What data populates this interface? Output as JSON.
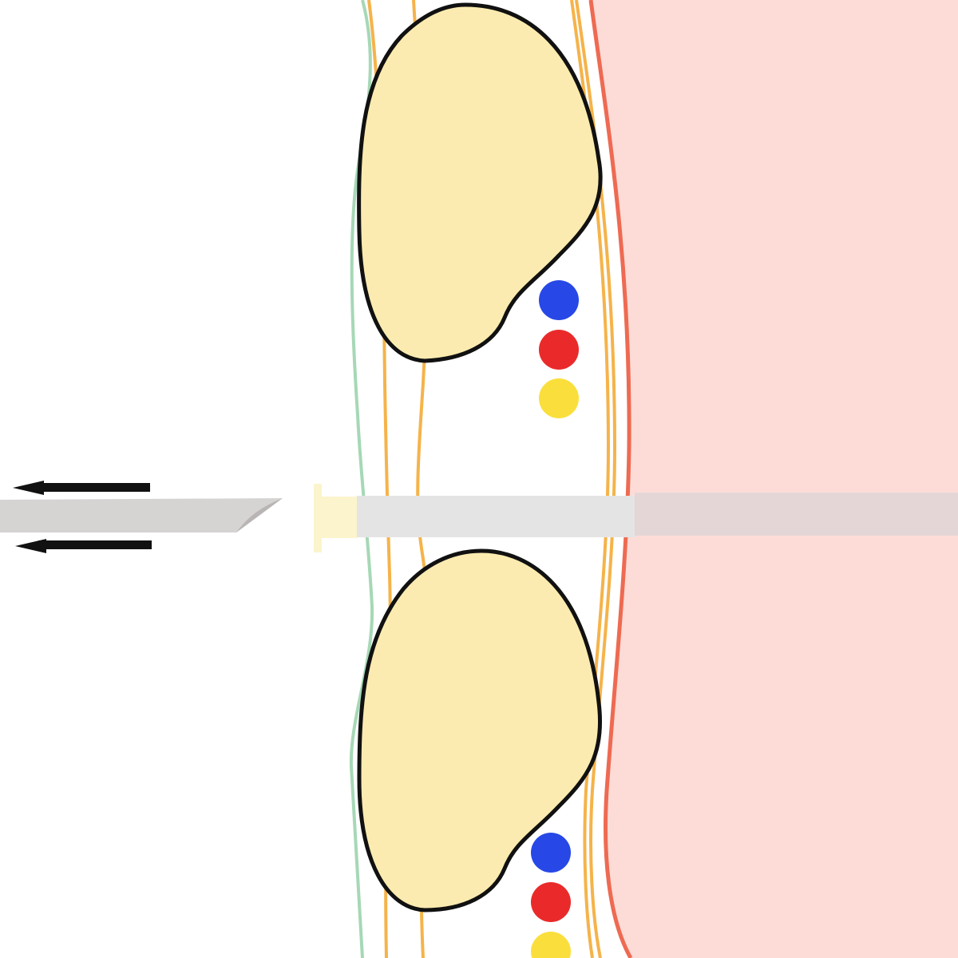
{
  "colors": {
    "background": "#ffffff",
    "lung_pleura_region": "#fddcd7",
    "parietal_pleura_line": "#ee6a52",
    "fascia_line": "#f5b34a",
    "skin_line": "#a6d8b6",
    "rib_fill": "#fcebb0",
    "rib_outline": "#111111",
    "vein": "#2748e6",
    "artery": "#ea2a2a",
    "nerve": "#fadf3c",
    "catheter_outer": "#e4e4e4",
    "catheter_inner": "#e4d6d6",
    "catheter_hub": "#fbf4cc",
    "needle": "#d6d3d3",
    "needle_bevel": "#b9b5b5",
    "arrow": "#111111"
  },
  "elements": {
    "ribs": [
      "upper-rib",
      "lower-rib"
    ],
    "neurovascular_bundles": [
      {
        "name": "upper-bundle",
        "structures": [
          "vein",
          "artery",
          "nerve"
        ]
      },
      {
        "name": "lower-bundle",
        "structures": [
          "vein",
          "artery",
          "nerve"
        ]
      }
    ],
    "catheter": {
      "hub": true,
      "crosses_pleura": true
    },
    "needle": {
      "bevel": "beveled-tip",
      "direction": "withdrawing-left"
    },
    "arrows": {
      "count": 2,
      "direction": "left"
    }
  }
}
